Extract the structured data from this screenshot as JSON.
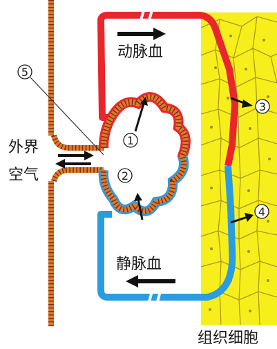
{
  "labels": {
    "arterial_blood": "动脉血",
    "venous_blood": "静脉血",
    "outside_air_line1": "外界",
    "outside_air_line2": "空气",
    "tissue_cells": "组织细胞"
  },
  "markers": {
    "m1": "1",
    "m2": "2",
    "m3": "3",
    "m4": "4",
    "m5": "5"
  },
  "colors": {
    "artery_red": "#e8262b",
    "vein_blue": "#2a9de0",
    "alveolus_wall": "#e07a2c",
    "tissue_yellow": "#f7ef1c",
    "cell_border": "#a89a1a"
  }
}
